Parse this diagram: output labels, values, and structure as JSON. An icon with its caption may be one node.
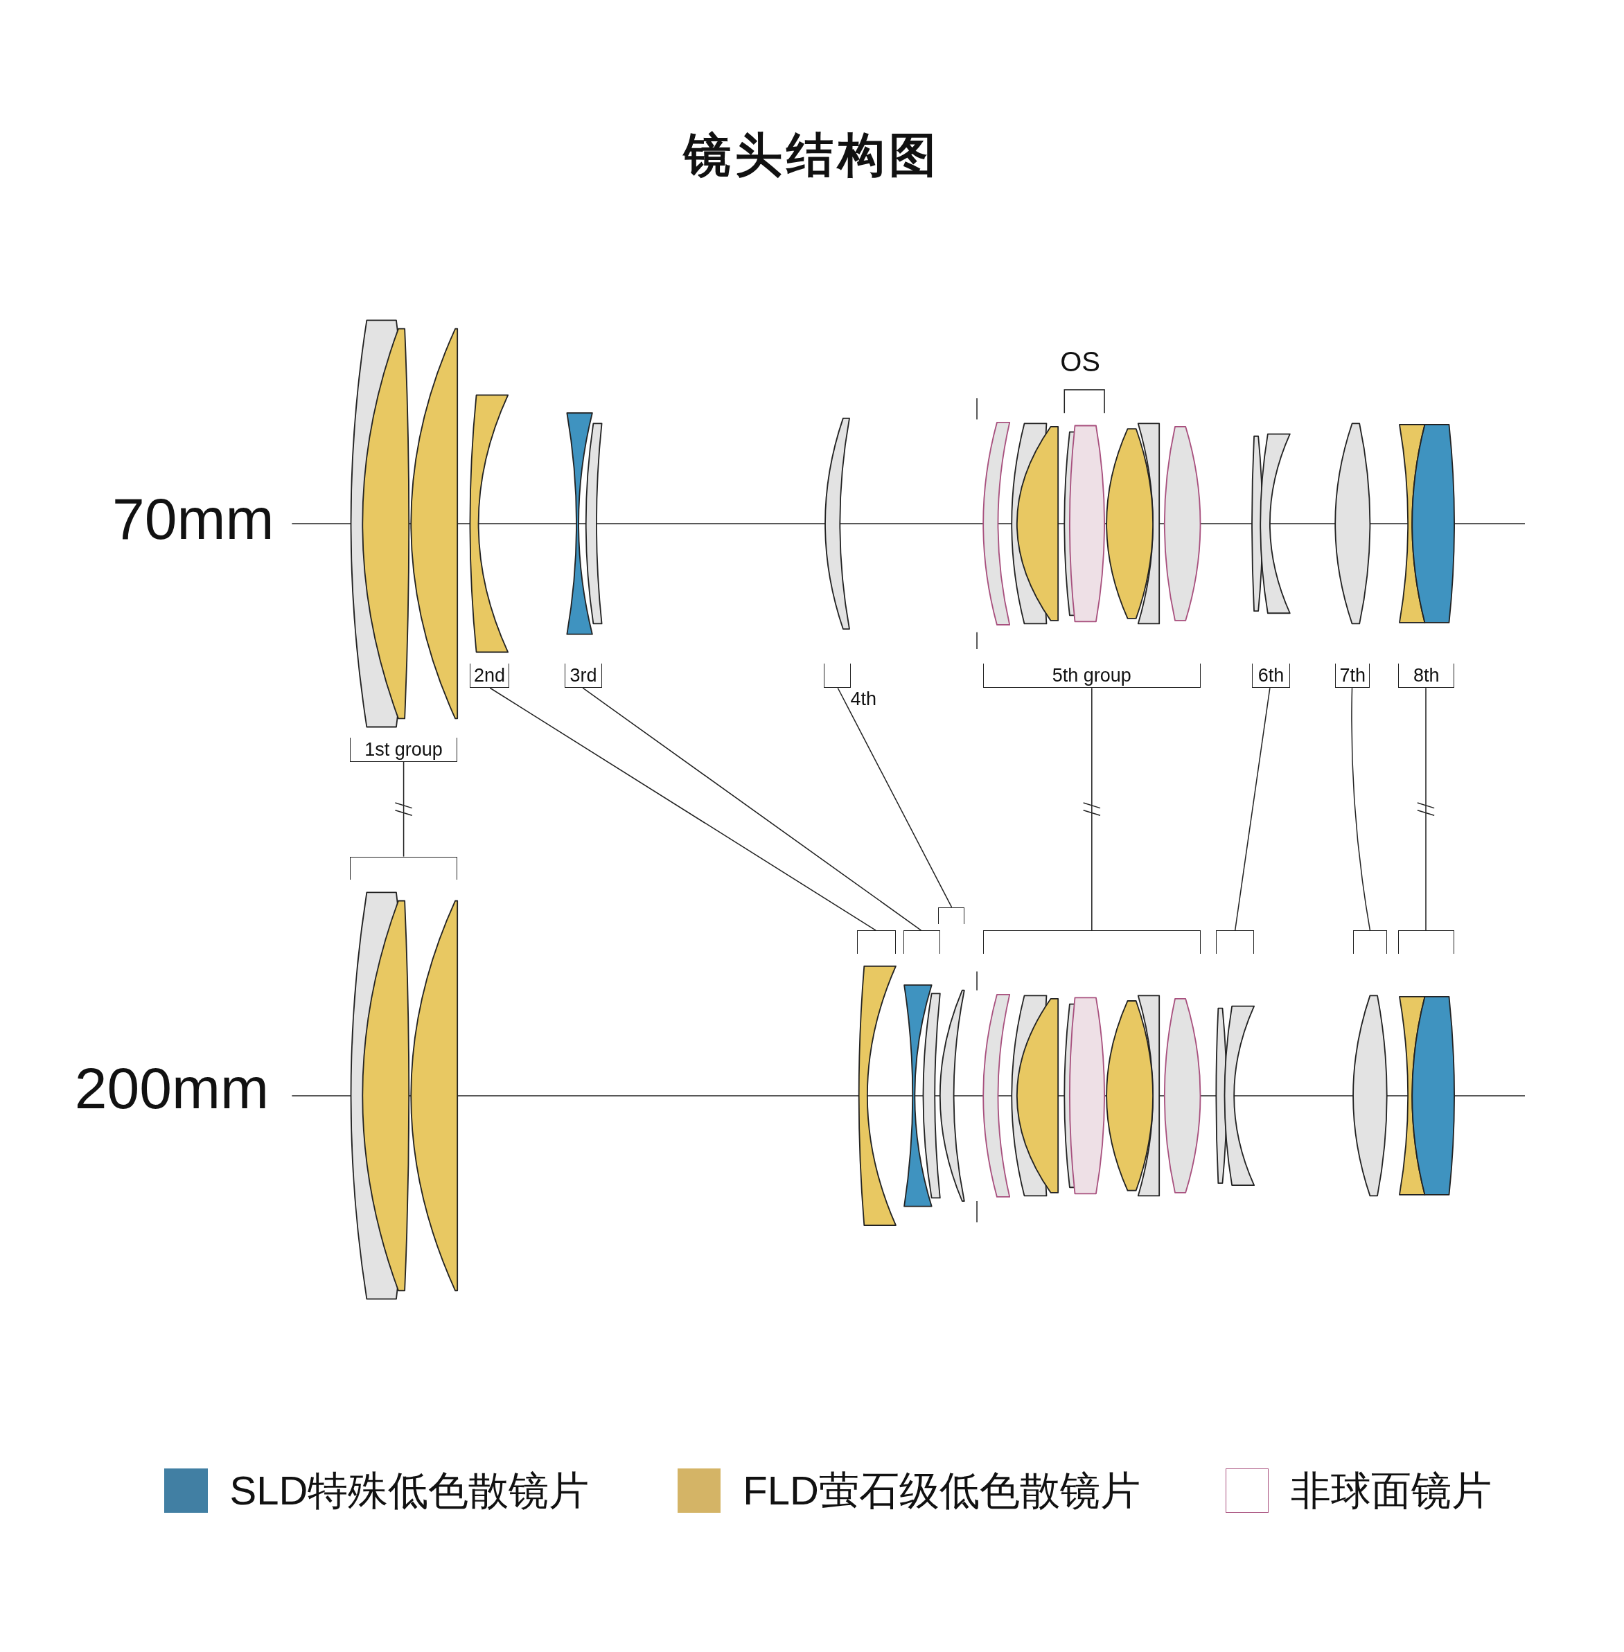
{
  "diagram": {
    "title": "镜头结构图",
    "nodes": [
      {
        "text": [
          "1st group"
        ]
      },
      {
        "text": [
          "2nd"
        ]
      },
      {
        "text": [
          "3rd"
        ]
      },
      {
        "text": [
          "4th"
        ]
      },
      {
        "text": [
          "5th group"
        ]
      },
      {
        "text": [
          "6th"
        ]
      },
      {
        "text": [
          "7th"
        ]
      },
      {
        "text": [
          "8th"
        ]
      },
      {
        "text": [],
        "shape": "bar"
      },
      {
        "text": [],
        "shape": "bar"
      },
      {
        "text": [],
        "shape": "bar"
      },
      {
        "text": [],
        "shape": "bar"
      },
      {
        "text": [],
        "shape": "bar"
      },
      {
        "text": [],
        "shape": "bar"
      },
      {
        "text": [],
        "shape": "bar"
      },
      {
        "text": [],
        "shape": "bar"
      }
    ],
    "edges": [
      {
        "from": 0,
        "to": 8,
        "arrow": "none"
      },
      {
        "from": 1,
        "to": 9,
        "arrow": "none"
      },
      {
        "from": 2,
        "to": 10,
        "arrow": "none"
      },
      {
        "from": 3,
        "to": 11,
        "arrow": "none"
      },
      {
        "from": 4,
        "to": 12,
        "arrow": "none"
      },
      {
        "from": 5,
        "to": 13,
        "arrow": "none"
      },
      {
        "from": 6,
        "to": 14,
        "arrow": "none"
      },
      {
        "from": 7,
        "to": 15,
        "arrow": "none"
      }
    ],
    "labels": [
      "OS",
      "70mm",
      "200mm"
    ],
    "legend": [
      {
        "text": "SLD特殊低色散镜片",
        "color": "#417fa3"
      },
      {
        "text": "FLD萤石级低色散镜片",
        "color": "#d4b466"
      },
      {
        "text": "非球面镜片"
      }
    ]
  }
}
